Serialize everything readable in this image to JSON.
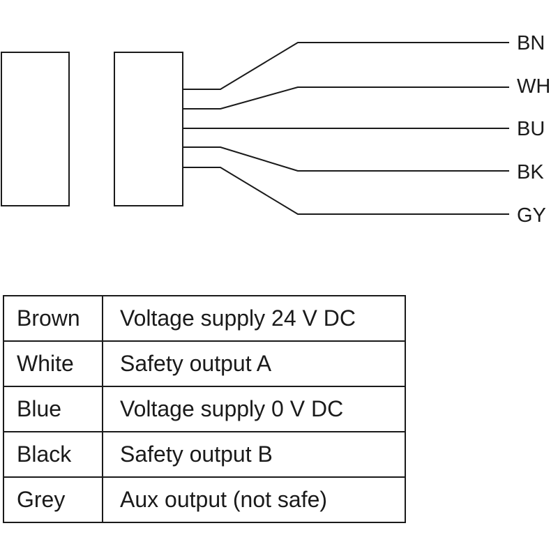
{
  "wires": [
    {
      "code": "BN"
    },
    {
      "code": "WH"
    },
    {
      "code": "BU"
    },
    {
      "code": "BK"
    },
    {
      "code": "GY"
    }
  ],
  "legend": [
    {
      "color": "Brown",
      "description": "Voltage supply 24 V DC"
    },
    {
      "color": "White",
      "description": "Safety output A"
    },
    {
      "color": "Blue",
      "description": "Voltage supply 0 V DC"
    },
    {
      "color": "Black",
      "description": "Safety output B"
    },
    {
      "color": "Grey",
      "description": "Aux output (not safe)"
    }
  ]
}
